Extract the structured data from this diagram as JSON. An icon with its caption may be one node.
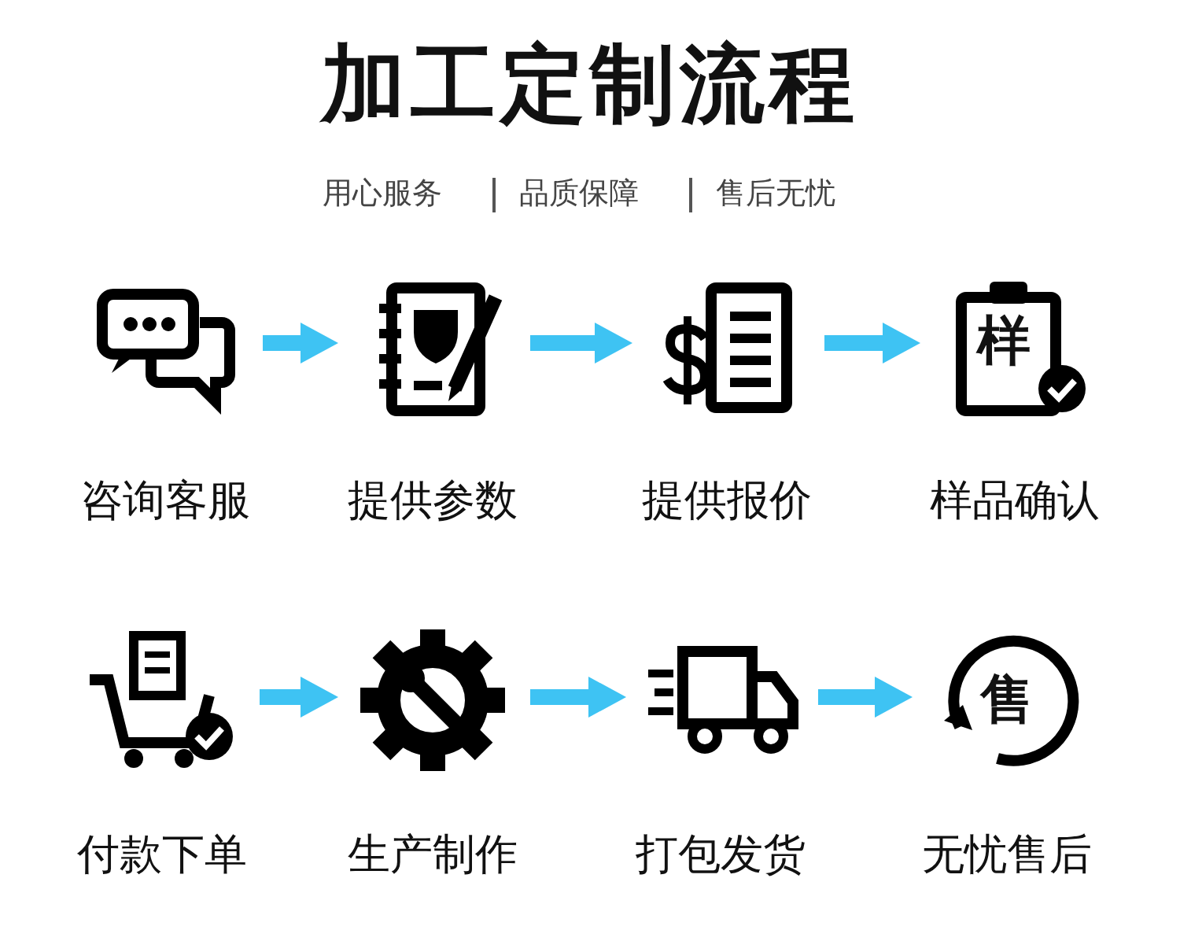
{
  "diagram": {
    "title": "加工定制流程",
    "nodes": [
      {
        "text": [
          "咨询客服"
        ]
      },
      {
        "text": [
          "提供参数"
        ]
      },
      {
        "text": [
          "提供报价"
        ]
      },
      {
        "text": [
          "样品确认"
        ]
      },
      {
        "text": [
          "付款下单"
        ]
      },
      {
        "text": [
          "生产制作"
        ]
      },
      {
        "text": [
          "打包发货"
        ]
      },
      {
        "text": [
          "无忧售后"
        ]
      }
    ],
    "edges": [
      {
        "from": 0,
        "to": 1,
        "arrow": "to"
      },
      {
        "from": 1,
        "to": 2,
        "arrow": "to"
      },
      {
        "from": 2,
        "to": 3,
        "arrow": "to"
      },
      {
        "from": 4,
        "to": 5,
        "arrow": "to"
      },
      {
        "from": 5,
        "to": 6,
        "arrow": "to"
      },
      {
        "from": 6,
        "to": 7,
        "arrow": "to"
      }
    ],
    "labels": [
      "用心服务",
      "品质保障",
      "售后无忧",
      "样",
      "售"
    ]
  }
}
